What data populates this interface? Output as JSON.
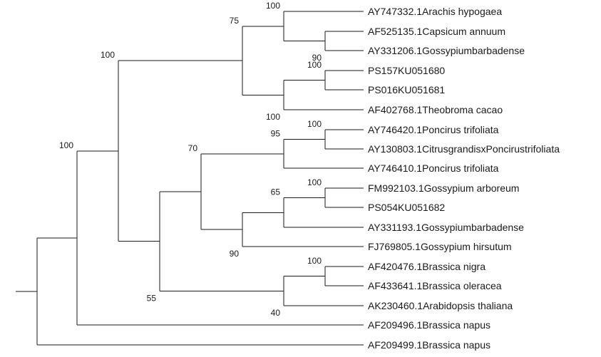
{
  "tree": {
    "leaves": [
      "AY747332.1Arachis hypogaea",
      "AF525135.1Capsicum annuum",
      "AY331206.1Gossypiumbarbadense",
      "PS157KU051680",
      "PS016KU051681",
      "AF402768.1Theobroma cacao",
      "AY746420.1Poncirus trifoliata",
      "AY130803.1CitrusgrandisxPoncirustrifoliata",
      "AY746410.1Poncirus trifoliata",
      "FM992103.1Gossypium arboreum",
      "PS054KU051682",
      "AY331193.1Gossypiumbarbadense",
      "FJ769805.1Gossypium hirsutum",
      "AF420476.1Brassica nigra",
      "AF433641.1Brassica oleracea",
      "AK230460.1Arabidopsis thaliana",
      "AF209496.1Brassica napus",
      "AF209499.1Brassica napus"
    ],
    "support_values": [
      {
        "clade": "arachis-capsicum-gossypium",
        "value": "100"
      },
      {
        "clade": "capsicum-gossypium",
        "value": "90"
      },
      {
        "clade": "upper-group",
        "value": "75"
      },
      {
        "clade": "ps157-ps016",
        "value": "100"
      },
      {
        "clade": "ps-theobroma",
        "value": "100"
      },
      {
        "clade": "ingroup-main",
        "value": "100"
      },
      {
        "clade": "poncirus-citrus",
        "value": "100"
      },
      {
        "clade": "poncirus-group",
        "value": "95"
      },
      {
        "clade": "citrus-gossypium-group",
        "value": "70"
      },
      {
        "clade": "fm992103-ps054",
        "value": "100"
      },
      {
        "clade": "gossypium-ay331193",
        "value": "65"
      },
      {
        "clade": "gossypium-group",
        "value": "90"
      },
      {
        "clade": "lower-group",
        "value": "55"
      },
      {
        "clade": "brassica-nigra-oleracea",
        "value": "100"
      },
      {
        "clade": "brassica-arabidopsis",
        "value": "40"
      },
      {
        "clade": "all-but-outgroup",
        "value": "100"
      }
    ]
  }
}
